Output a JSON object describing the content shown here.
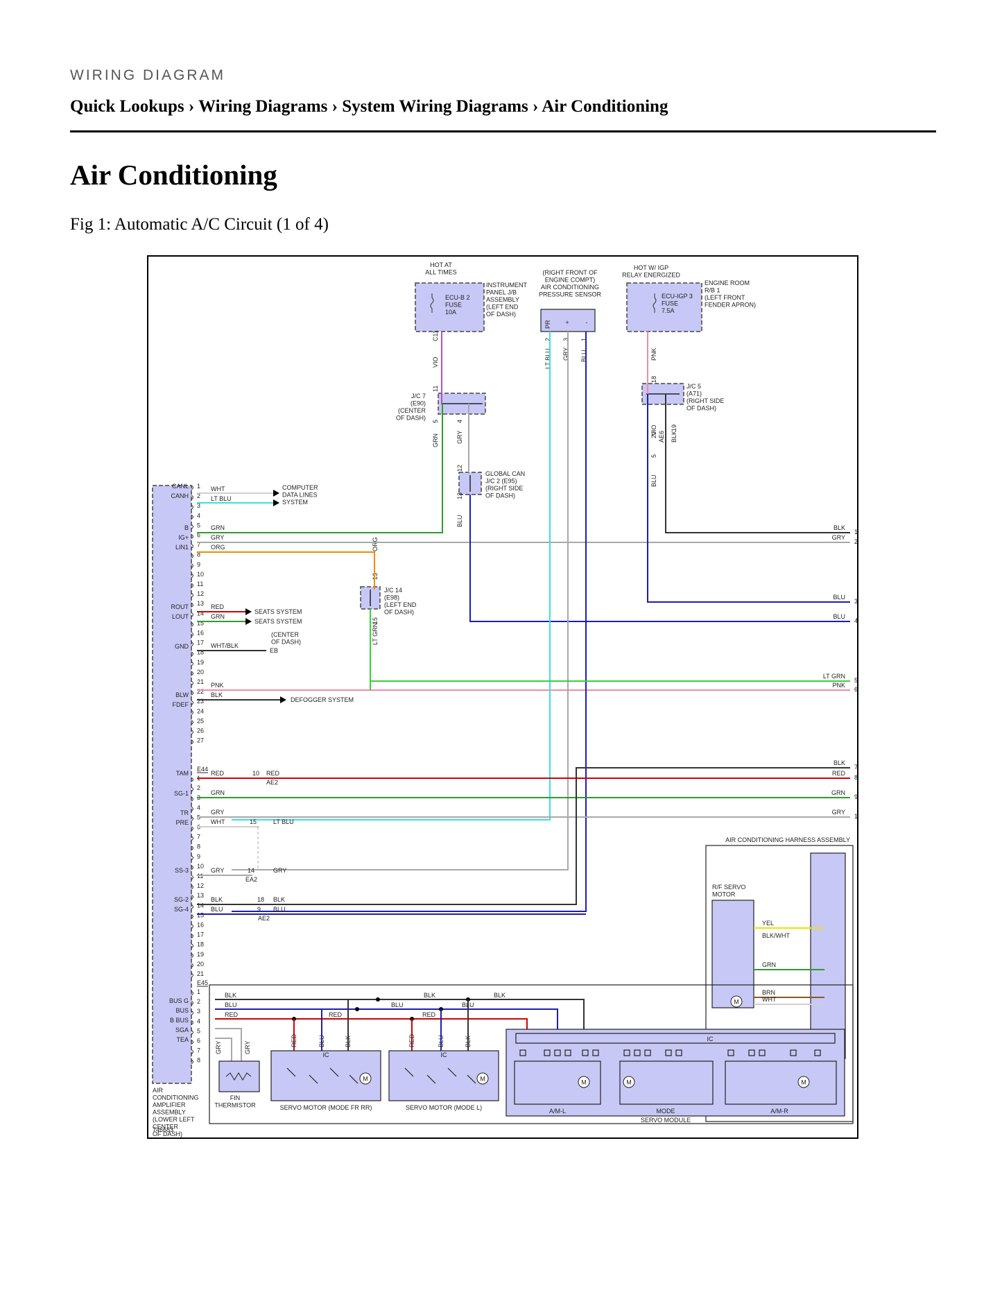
{
  "header": {
    "kicker": "WIRING DIAGRAM",
    "breadcrumb": [
      "Quick Lookups",
      "Wiring Diagrams",
      "System Wiring Diagrams",
      "Air Conditioning"
    ],
    "separator": "›"
  },
  "page_title": "Air Conditioning",
  "figure_caption": "Fig 1: Automatic A/C Circuit (1 of 4)",
  "diagram": {
    "figure_id": "746683",
    "colors": {
      "WHT": "#cfcfcf",
      "LT BLU": "#3ce0e0",
      "GRN": "#2e9c2e",
      "GRY": "#a8a8a8",
      "ORG": "#f08c00",
      "RED": "#d40000",
      "PNK": "#f08ca6",
      "BLK": "#333333",
      "BLU": "#1c1cb4",
      "VIO": "#b44cc8",
      "LT GRN": "#36d236",
      "YEL": "#e6e600",
      "BRN": "#8a5a1e"
    },
    "top_labels": {
      "hot_at_all_times": [
        "HOT AT",
        "ALL TIMES"
      ],
      "hot_w_igp": [
        "HOT W/ IGP",
        "RELAY ENERGIZED"
      ],
      "ecu_b2_fuse": [
        "ECU-B 2",
        "FUSE",
        "10A"
      ],
      "instrument_panel_jb": [
        "INSTRUMENT",
        "PANEL J/B",
        "ASSEMBLY",
        "(LEFT END",
        "OF DASH)"
      ],
      "pressure_sensor": [
        "(RIGHT FRONT OF",
        "ENGINE COMPT)",
        "AIR CONDITIONING",
        "PRESSURE SENSOR"
      ],
      "pressure_pins": [
        "PR",
        "+",
        "-"
      ],
      "ecu_igp3_fuse": [
        "ECU-IGP 3",
        "FUSE",
        "7.5A"
      ],
      "engine_room_rb": [
        "ENGINE ROOM",
        "R/B 1",
        "(LEFT FRONT",
        "FENDER APRON)"
      ],
      "jc7": [
        "J/C 7",
        "(E90)",
        "(CENTER",
        "OF DASH)"
      ],
      "jc5": [
        "J/C 5",
        "(A71)",
        "(RIGHT SIDE",
        "OF DASH)"
      ],
      "jc2": [
        "GLOBAL CAN",
        "J/C 2 (E95)",
        "(RIGHT SIDE",
        "OF DASH)"
      ],
      "jc14": [
        "J/C 14",
        "(E98)",
        "(LEFT END",
        "OF DASH)"
      ]
    },
    "vertical_wire_labels": [
      "C11",
      "VIO",
      "11",
      "5",
      "GRN",
      "4",
      "GRY",
      "12",
      "13",
      "BLU",
      "2",
      "LT BLU",
      "3",
      "GRY",
      "1",
      "BLU",
      "PNK",
      "18",
      "20",
      "VIO",
      "AE6",
      "19",
      "BLK",
      "5",
      "BLU",
      "13",
      "ORG",
      "15",
      "LT GRN"
    ],
    "amplifier_terminals": [
      "CANL",
      "CANH",
      "B",
      "IG+",
      "LIN1",
      "ROUT",
      "LOUT",
      "GND",
      "BLW",
      "FDEF",
      "TAM",
      "SG-1",
      "TR",
      "PRE",
      "SS-3",
      "SG-2",
      "SG-4",
      "BUS G",
      "BUS",
      "B BUS",
      "SGA",
      "TEA"
    ],
    "connectors": [
      "E44",
      "E45",
      "AE2",
      "EA2",
      "AE2",
      "EB"
    ],
    "wire_labels": [
      "WHT",
      "LT BLU",
      "GRN",
      "GRY",
      "ORG",
      "RED",
      "GRN",
      "WHT/BLK",
      "PNK",
      "BLK",
      "RED",
      "RED",
      "GRN",
      "GRY",
      "WHT",
      "LT BLU",
      "GRY",
      "GRY",
      "BLK",
      "BLK",
      "BLU",
      "BLU",
      "BLK",
      "BLU",
      "RED",
      "BLK",
      "BLU",
      "RED",
      "BLK",
      "BLU",
      "RED",
      "GRY",
      "GRY",
      "RED",
      "BLU",
      "BLK",
      "RED",
      "BLU",
      "BLK"
    ],
    "destinations": [
      "COMPUTER",
      "DATA LINES",
      "SYSTEM",
      "SEATS SYSTEM",
      "SEATS SYSTEM",
      "(CENTER",
      "OF DASH)",
      "DEFOGGER SYSTEM"
    ],
    "right_edge": [
      {
        "color": "BLK",
        "num": "1"
      },
      {
        "color": "GRY",
        "num": "2"
      },
      {
        "color": "BLU",
        "num": "3"
      },
      {
        "color": "BLU",
        "num": "4"
      },
      {
        "color": "LT GRN",
        "num": "5"
      },
      {
        "color": "PNK",
        "num": "6"
      },
      {
        "color": "BLK",
        "num": "7"
      },
      {
        "color": "RED",
        "num": "8"
      },
      {
        "color": "GRN",
        "num": "9"
      },
      {
        "color": "GRY",
        "num": "10"
      }
    ],
    "harness_title": "AIR CONDITIONING HARNESS ASSEMBLY",
    "rf_servo": [
      "R/F SERVO",
      "MOTOR"
    ],
    "rf_wires": [
      "YEL",
      "BLK/WHT",
      "GRN",
      "BRN",
      "WHT"
    ],
    "bottom_labels": {
      "amplifier": [
        "AIR",
        "CONDITIONING",
        "AMPLIFIER",
        "ASSEMBLY",
        "(LOWER LEFT",
        "CENTER",
        "OF DASH)"
      ],
      "fin_thermistor": [
        "FIN",
        "THERMISTOR"
      ],
      "servo_fr_rr": "SERVO MOTOR (MODE FR RR)",
      "servo_l": "SERVO MOTOR (MODE L)",
      "ic": "IC",
      "motor": "M",
      "aml": "A/M-L",
      "mode": "MODE",
      "amr": "A/M-R",
      "servo_module": "SERVO MODULE"
    }
  }
}
